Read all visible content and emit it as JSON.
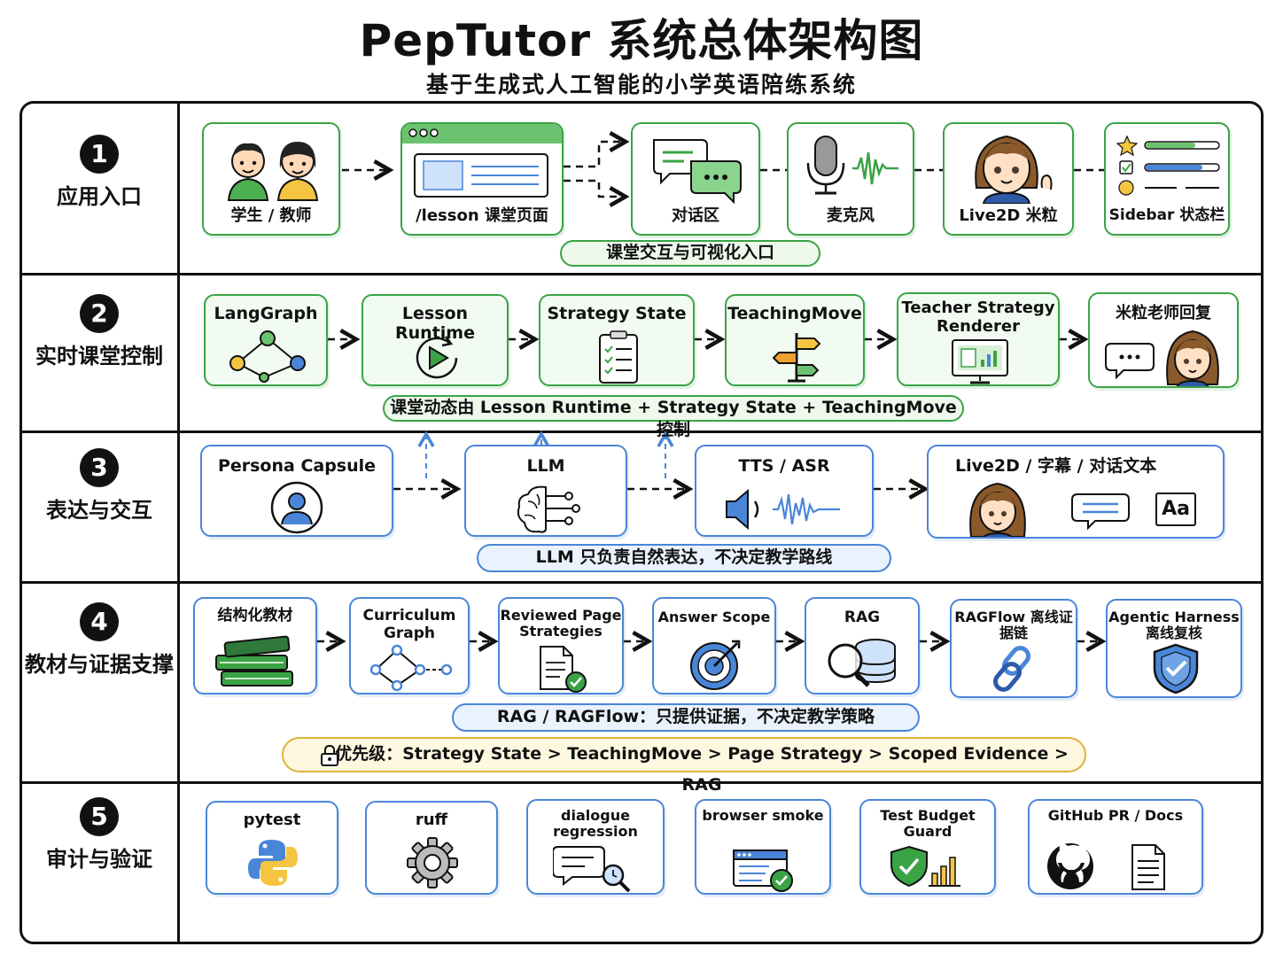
{
  "title": "PepTutor 系统总体架构图",
  "subtitle": "基于生成式人工智能的小学英语陪练系统",
  "rows": [
    {
      "num": "1",
      "name": "应用入口",
      "boxes": [
        "学生 / 教师",
        "/lesson 课堂页面",
        "对话区",
        "麦克风",
        "Live2D 米粒",
        "Sidebar 状态栏"
      ],
      "note": "课堂交互与可视化入口"
    },
    {
      "num": "2",
      "name": "实时课堂控制",
      "boxes": [
        "LangGraph",
        "Lesson Runtime",
        "Strategy State",
        "TeachingMove",
        "Teacher Strategy Renderer",
        "米粒老师回复"
      ],
      "note": "课堂动态由 Lesson Runtime + Strategy State + TeachingMove 控制"
    },
    {
      "num": "3",
      "name": "表达与交互",
      "boxes": [
        "Persona Capsule",
        "LLM",
        "TTS / ASR",
        "Live2D / 字幕 / 对话文本"
      ],
      "note": "LLM 只负责自然表达，不决定教学路线",
      "aa": "Aa"
    },
    {
      "num": "4",
      "name": "教材与证据支撑",
      "boxes": [
        "结构化教材",
        "Curriculum Graph",
        "Reviewed Page Strategies",
        "Answer Scope",
        "RAG",
        "RAGFlow 离线证据链",
        "Agentic Harness 离线复核"
      ],
      "note": "RAG / RAGFlow：只提供证据，不决定教学策略",
      "priority": "优先级：Strategy State > TeachingMove > Page Strategy > Scoped Evidence > RAG"
    },
    {
      "num": "5",
      "name": "审计与验证",
      "boxes": [
        "pytest",
        "ruff",
        "dialogue regression",
        "browser smoke",
        "Test Budget Guard",
        "GitHub PR / Docs"
      ]
    }
  ],
  "colors": {
    "green": "#3aa345",
    "blue": "#4a86d8",
    "yellow": "#e0b23a"
  }
}
